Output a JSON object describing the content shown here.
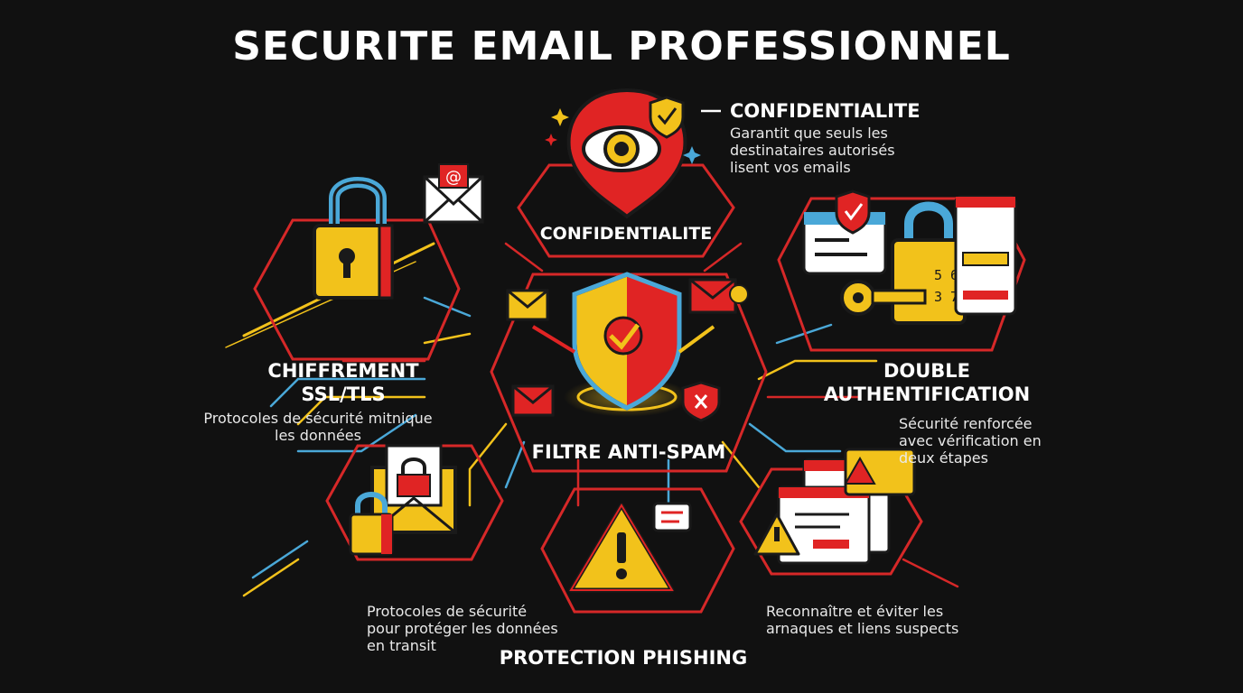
{
  "title": "SECURITE EMAIL PROFESSIONNEL",
  "nodes": {
    "confidentialite": {
      "heading": "CONFIDENTIALITE",
      "hex_label": "CONFIDENTIALITE",
      "desc_lines": [
        "Garantit que seuls les",
        "destinataires autorisés",
        "lisent vos emails"
      ],
      "icon": "eye-shield-icon"
    },
    "chiffrement": {
      "label_lines": [
        "CHIFFREMENT",
        "SSL/TLS"
      ],
      "desc_lines": [
        "Protocoles de sécurité mitnique",
        "les données"
      ],
      "icon": "padlock-icon"
    },
    "double_auth": {
      "label_lines": [
        "DOUBLE",
        "AUTHENTIFICATION"
      ],
      "desc_lines": [
        "Sécurité renforcée",
        "avec vérification en",
        "deux étapes"
      ],
      "icon": "key-padlock-icon"
    },
    "filtre": {
      "hex_label": "FILTRE ANTI-SPAM",
      "icon": "shield-check-icon"
    },
    "transit": {
      "desc_lines": [
        "Protocoles de sécurité",
        "pour protéger les données",
        "en transit"
      ],
      "icon": "locked-envelope-icon"
    },
    "phishing": {
      "label": "PROTECTION PHISHING",
      "icon": "warning-triangle-icon"
    },
    "arnaques": {
      "desc_lines": [
        "Reconnaître et éviter les",
        "arnaques et liens suspects"
      ],
      "icon": "warning-windows-icon"
    }
  },
  "colors": {
    "background": "#111111",
    "hex_stroke": "#d62828",
    "accent_yellow": "#f2c21b",
    "accent_blue": "#4aa8d8",
    "accent_red": "#e02424"
  }
}
